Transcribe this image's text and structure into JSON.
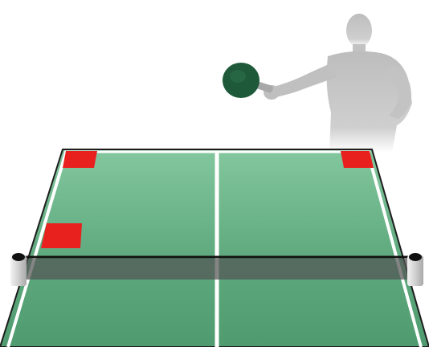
{
  "scene": {
    "colors": {
      "background": "#ffffff",
      "table_green": "#5fa97e",
      "table_green_light": "#7cc097",
      "border_dark": "#1d1d1d",
      "white_line": "#ffffff",
      "target_red": "#e8211f",
      "net_band": "#6f6f6f",
      "net_post": "#d9d9d9",
      "player_gray": "#c7c7c7",
      "paddle_rubber": "#1f5a3a",
      "paddle_handle": "#a9a9a9"
    },
    "target_zones": [
      {
        "name": "far-left-corner"
      },
      {
        "name": "far-right-corner"
      },
      {
        "name": "near-left-net"
      }
    ]
  }
}
